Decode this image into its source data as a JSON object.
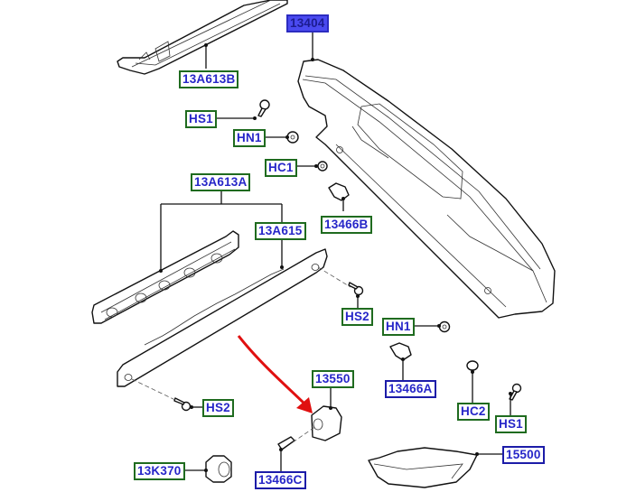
{
  "diagram": {
    "type": "exploded parts diagram",
    "highlight_arrow_color": "#e01010",
    "label_border_green": "#1f6b1f",
    "label_border_blue": "#1c1ca8",
    "label_text_color": "#2626c8",
    "selected_label_bg": "#4a4af0",
    "callouts": {
      "c13404": "13404",
      "c13A613B": "13A613B",
      "c13A613A": "13A613A",
      "c13A615": "13A615",
      "hs1_top": "HS1",
      "hn1_top": "HN1",
      "hc1": "HC1",
      "c13466B": "13466B",
      "hs2_right": "HS2",
      "hn1_mid": "HN1",
      "c13466A": "13466A",
      "hc2": "HC2",
      "hs1_bottom": "HS1",
      "c13550": "13550",
      "hs2_left": "HS2",
      "c13K370": "13K370",
      "c13466C": "13466C",
      "c15500": "15500"
    }
  }
}
